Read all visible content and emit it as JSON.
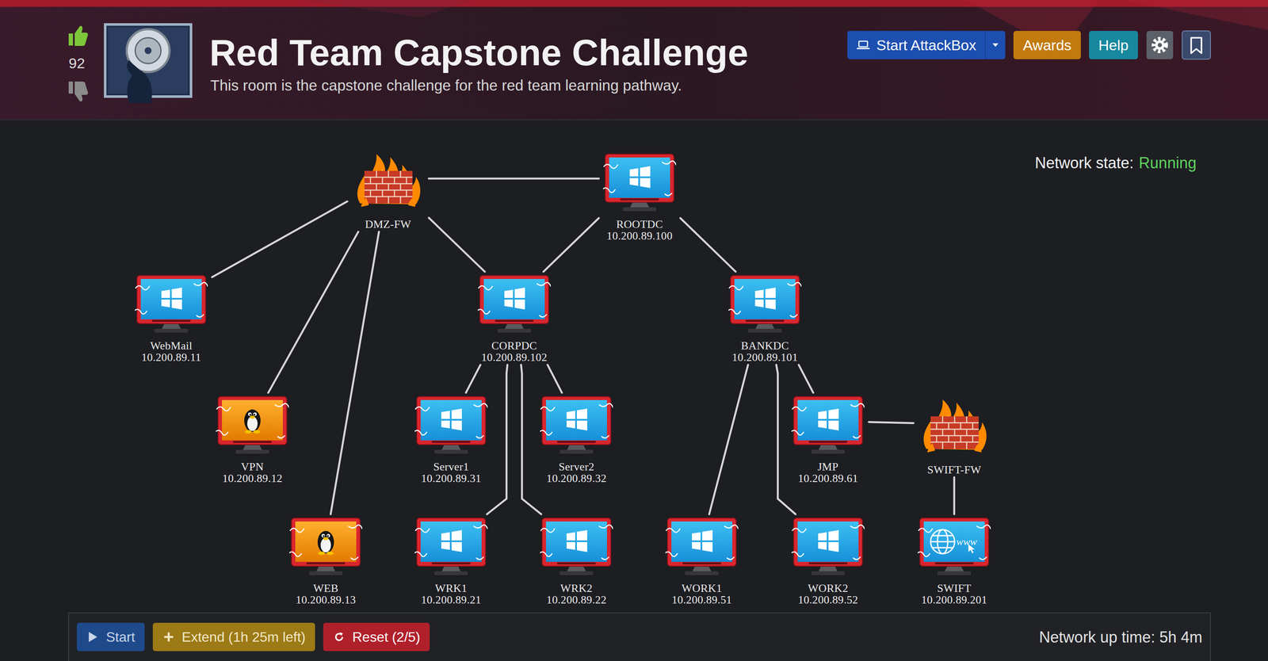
{
  "diagram": {
    "title": "Red Team Capstone Challenge",
    "caption": "This room is the capstone challenge for the red team learning pathway.",
    "nodes": [
      {
        "text": [
          "Start AttackBox"
        ]
      },
      {
        "text": [
          "Awards"
        ]
      },
      {
        "text": [
          "Help"
        ]
      },
      {
        "text": [
          "DMZ-FW"
        ]
      },
      {
        "text": [
          "ROOTDC",
          "10.200.89.100"
        ]
      },
      {
        "text": [
          "WebMail",
          "10.200.89.11"
        ]
      },
      {
        "text": [
          "CORPDC",
          "10.200.89.102"
        ]
      },
      {
        "text": [
          "BANKDC",
          "10.200.89.101"
        ]
      },
      {
        "text": [
          "VPN",
          "10.200.89.12"
        ]
      },
      {
        "text": [
          "Server1",
          "10.200.89.31"
        ]
      },
      {
        "text": [
          "Server2",
          "10.200.89.32"
        ]
      },
      {
        "text": [
          "JMP",
          "10.200.89.61"
        ]
      },
      {
        "text": [
          "SWIFT-FW"
        ]
      },
      {
        "text": [
          "WEB",
          "10.200.89.13"
        ]
      },
      {
        "text": [
          "WRK1",
          "10.200.89.21"
        ]
      },
      {
        "text": [
          "WRK2",
          "10.200.89.22"
        ]
      },
      {
        "text": [
          "WORK1",
          "10.200.89.51"
        ]
      },
      {
        "text": [
          "WORK2",
          "10.200.89.52"
        ]
      },
      {
        "text": [
          "SWIFT",
          "10.200.89.201"
        ]
      },
      {
        "text": [
          "Start"
        ]
      },
      {
        "text": [
          "Extend (1h 25m left)"
        ]
      },
      {
        "text": [
          "Reset (2/5)"
        ]
      }
    ],
    "edges": [
      {
        "from": 3,
        "to": 4,
        "arrow": "none"
      },
      {
        "from": 3,
        "to": 5,
        "arrow": "none"
      },
      {
        "from": 3,
        "to": 8,
        "arrow": "none"
      },
      {
        "from": 3,
        "to": 13,
        "arrow": "none"
      },
      {
        "from": 3,
        "to": 6,
        "arrow": "none"
      },
      {
        "from": 4,
        "to": 6,
        "arrow": "none"
      },
      {
        "from": 4,
        "to": 7,
        "arrow": "none"
      },
      {
        "from": 6,
        "to": 9,
        "arrow": "none"
      },
      {
        "from": 6,
        "to": 14,
        "arrow": "none"
      },
      {
        "from": 6,
        "to": 10,
        "arrow": "none"
      },
      {
        "from": 6,
        "to": 15,
        "arrow": "none"
      },
      {
        "from": 7,
        "to": 16,
        "arrow": "none"
      },
      {
        "from": 7,
        "to": 11,
        "arrow": "none"
      },
      {
        "from": 7,
        "to": 17,
        "arrow": "none"
      },
      {
        "from": 11,
        "to": 12,
        "arrow": "none"
      },
      {
        "from": 12,
        "to": 18,
        "arrow": "none"
      }
    ],
    "labels": [
      "92",
      "Network state:",
      "Running",
      "www",
      "Network up time: 5h 4m"
    ]
  }
}
